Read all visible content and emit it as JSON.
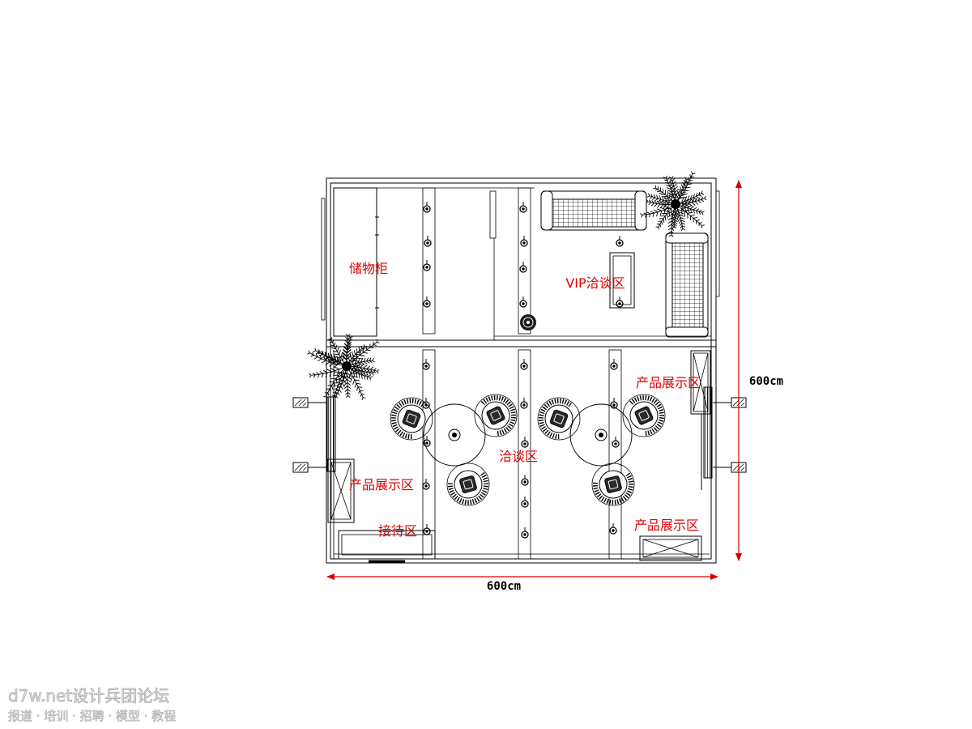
{
  "plan": {
    "labels": {
      "storage": "储物柜",
      "vip_meeting": "VIP洽谈区",
      "display_top_right": "产品展示区",
      "meeting": "洽谈区",
      "display_left": "产品展示区",
      "reception": "接待区",
      "display_bottom_right": "产品展示区"
    },
    "dimensions": {
      "height": "600cm",
      "width": "600cm"
    }
  },
  "watermark": {
    "site": "d7w.net设计兵团论坛",
    "tagline": "报道 · 培训 · 招聘 · 模型 · 教程"
  },
  "colors": {
    "label": "#e00000",
    "dimension_line": "#d40000",
    "line": "#000000",
    "watermark_fill": "#e8e8e8",
    "watermark_stroke": "#a8a8a8"
  }
}
